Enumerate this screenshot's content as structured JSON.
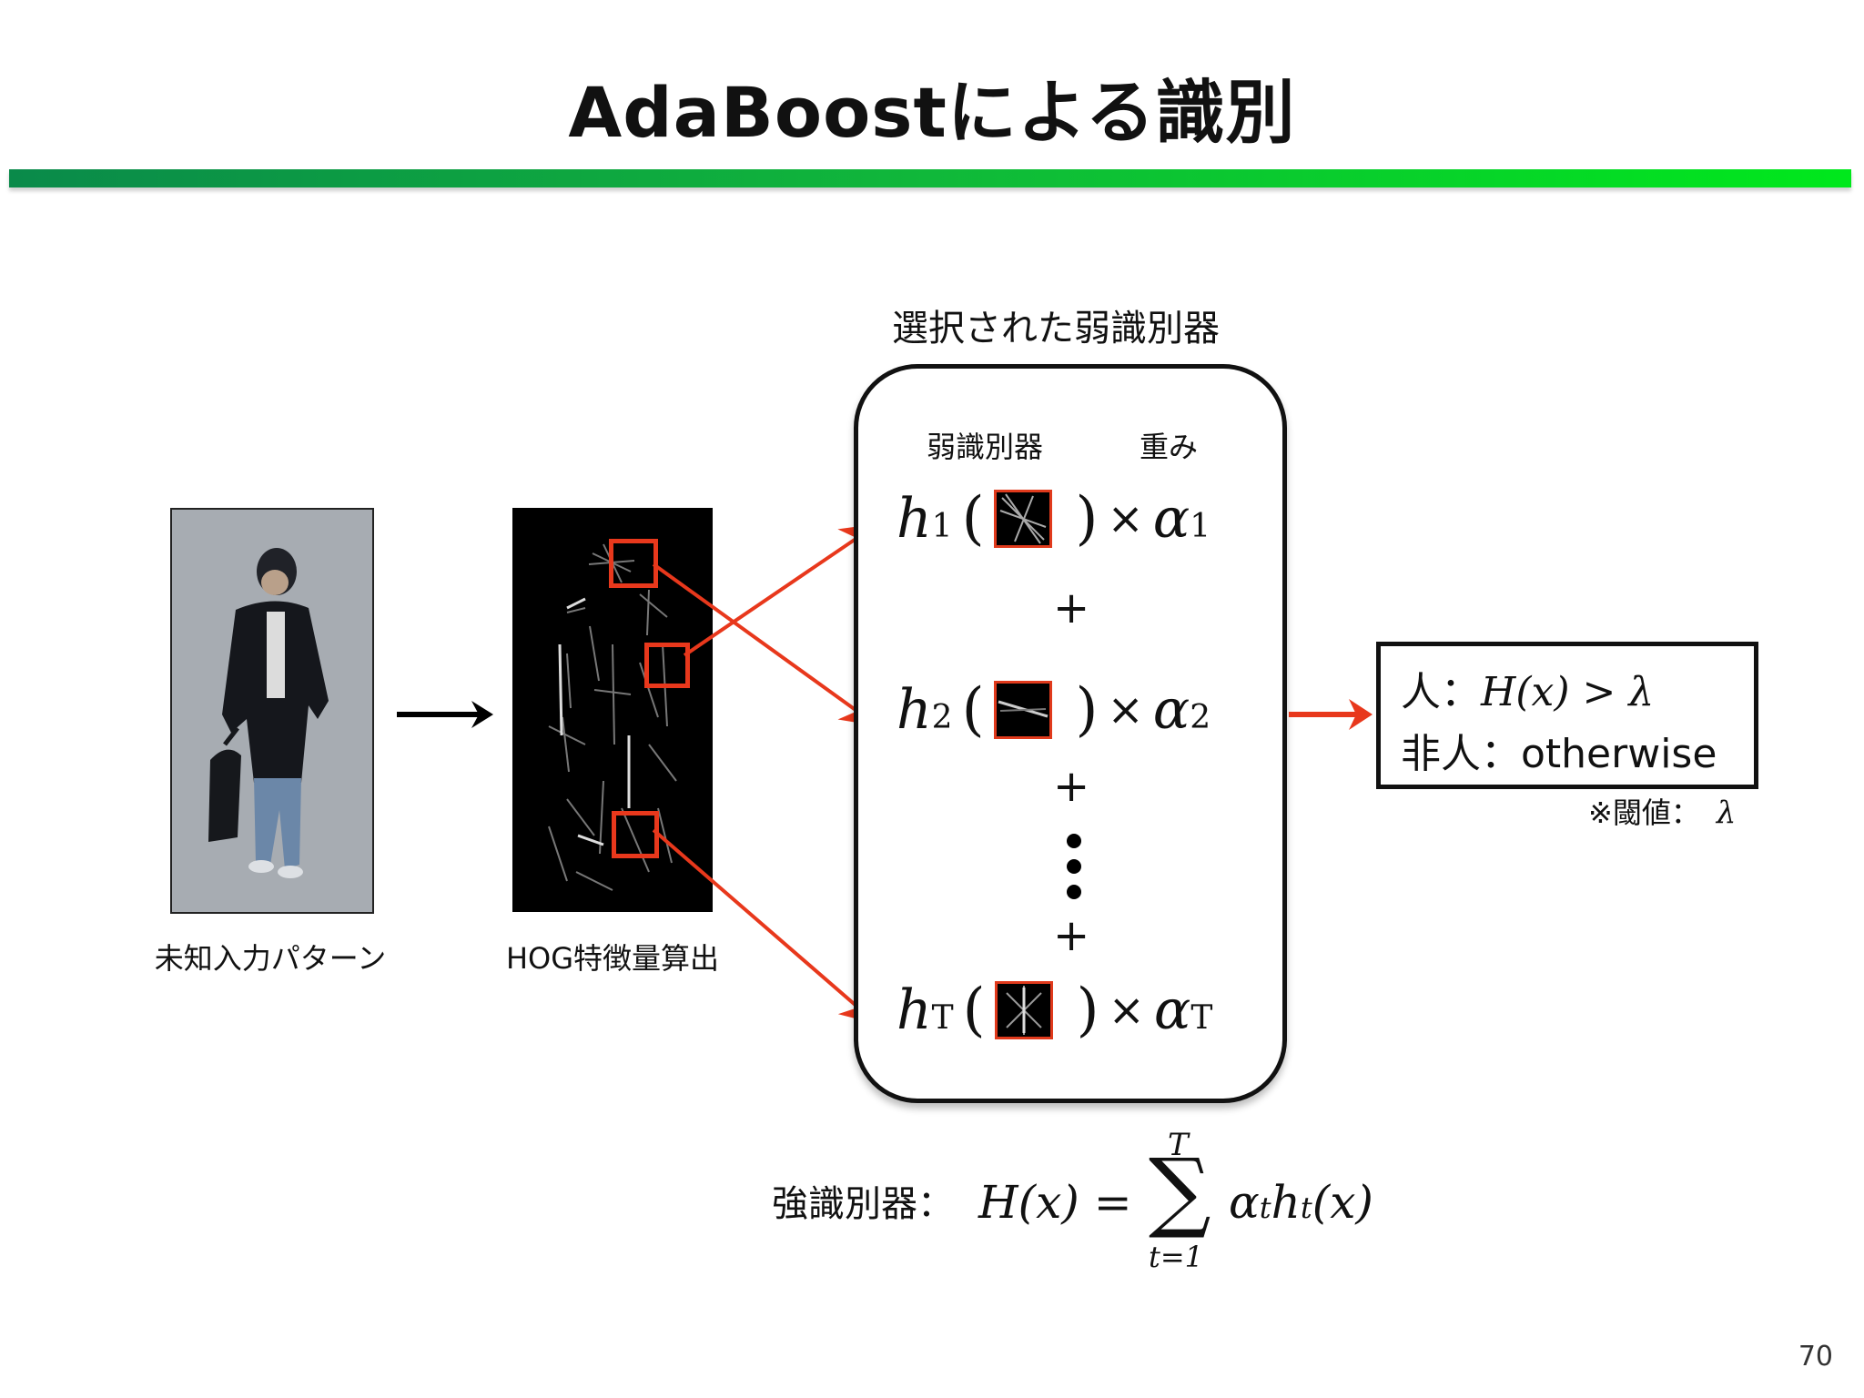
{
  "title": "AdaBoostによる識別",
  "input_caption": "未知入力パターン",
  "hog_caption": "HOG特徴量算出",
  "selected_label": "選択された弱識別器",
  "box": {
    "col_classifier": "弱識別器",
    "col_weight": "重み",
    "terms": [
      {
        "h": "h",
        "h_sub": "1",
        "alpha": "α",
        "alpha_sub": "1"
      },
      {
        "h": "h",
        "h_sub": "2",
        "alpha": "α",
        "alpha_sub": "2"
      },
      {
        "h": "h",
        "h_sub": "T",
        "alpha": "α",
        "alpha_sub": "T"
      }
    ],
    "lparen": "(",
    "rparen": ")",
    "times": "×",
    "plus": "+"
  },
  "result": {
    "human_label": "人：",
    "human_cond": "H(x) > λ",
    "nonhuman_label": "非人：",
    "nonhuman_cond": "otherwise"
  },
  "threshold_note": "※閾値：",
  "threshold_symbol": "λ",
  "strong": {
    "label": "強識別器：",
    "lhs": "H(x) =",
    "sum": "∑",
    "sum_top": "T",
    "sum_bottom": "t=1",
    "rhs": "α",
    "rhs_sub1": "t",
    "rhs_h": "h",
    "rhs_sub2": "t",
    "rhs_tail": "(x)"
  },
  "page_number": "70",
  "colors": {
    "accent_red": "#e8381c",
    "rule_start": "#0a8a4a",
    "rule_end": "#00e81c"
  }
}
